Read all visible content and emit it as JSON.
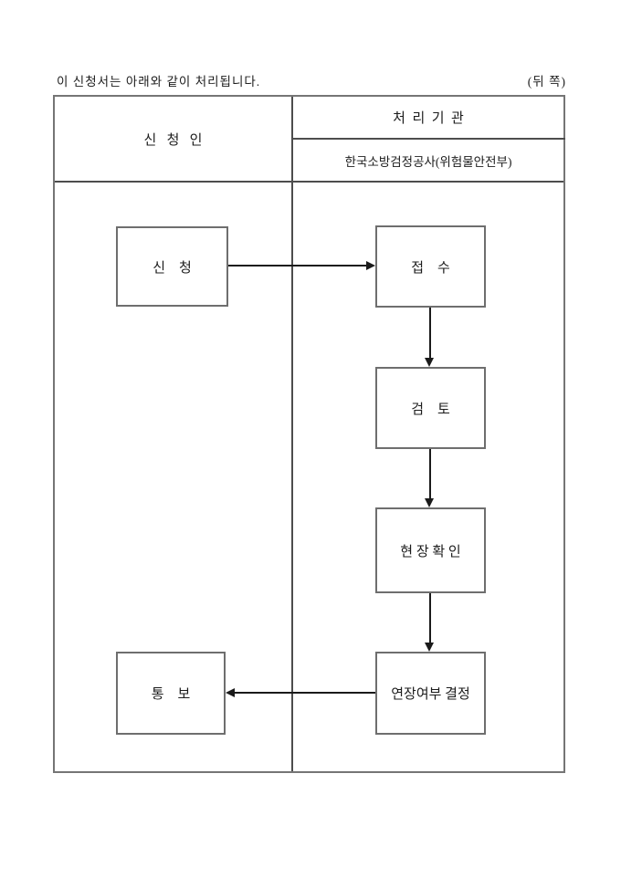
{
  "page": {
    "intro_text": "이 신청서는 아래와 같이 처리됩니다.",
    "side_note": "(뒤 쪽)"
  },
  "table": {
    "applicant_header": "신   청   인",
    "agency_header": "처  리  기  관",
    "agency_name": "한국소방검정공사(위험물안전부)"
  },
  "flow": {
    "apply_label": "신    청",
    "receive_label": "접    수",
    "review_label": "검    토",
    "site_check_label": "현 장 확 인",
    "decision_label": "연장여부 결정",
    "notify_label": "통    보"
  },
  "colors": {
    "ink": "#1c1c1c",
    "table_border": "#757575",
    "box_border": "#6e6e6e",
    "arrow": "#1a1a1a"
  }
}
